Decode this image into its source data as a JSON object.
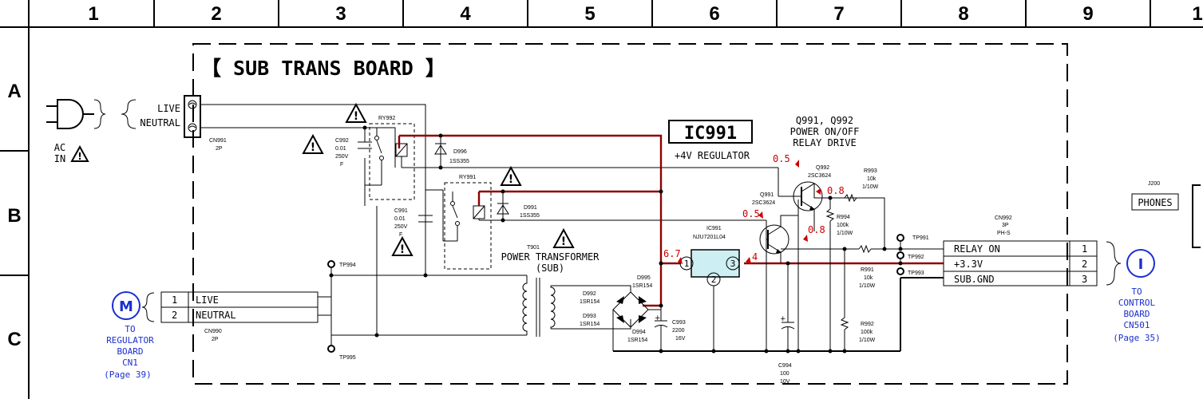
{
  "column_numbers": [
    "1",
    "2",
    "3",
    "4",
    "5",
    "6",
    "7",
    "8",
    "9",
    "1"
  ],
  "row_letters": [
    "A",
    "B",
    "C"
  ],
  "board_title": "【 SUB TRANS BOARD 】",
  "ac_input": {
    "live": "LIVE",
    "neutral": "NEUTRAL",
    "ac_in_line1": "AC",
    "ac_in_line2": "IN"
  },
  "cn991": {
    "ref": "CN991",
    "pins": "2P"
  },
  "c992": {
    "ref": "C992",
    "value1": "0.01",
    "value2": "250V",
    "value3": "F"
  },
  "c991": {
    "ref": "C991",
    "value1": "0.01",
    "value2": "250V",
    "value3": "F"
  },
  "ry992": "RY992",
  "ry991": "RY991",
  "d996": {
    "ref": "D996",
    "part": "1SS355"
  },
  "d991": {
    "ref": "D991",
    "part": "1SS355"
  },
  "ic991_box": {
    "label": "IC991",
    "desc": "+4V REGULATOR"
  },
  "ic991_part": {
    "ref": "IC991",
    "part": "NJU7201L04"
  },
  "ic_pins": [
    "1",
    "2",
    "3"
  ],
  "q_block": {
    "line1": "Q991, Q992",
    "line2": "POWER ON/OFF",
    "line3": "RELAY DRIVE"
  },
  "q992": {
    "ref": "Q992",
    "part": "2SC3624"
  },
  "q991": {
    "ref": "Q991",
    "part": "2SC3624"
  },
  "r993": {
    "ref": "R993",
    "value": "10k",
    "rating": "1/10W"
  },
  "r994": {
    "ref": "R994",
    "value": "100k",
    "rating": "1/10W"
  },
  "r991": {
    "ref": "R991",
    "value": "10k",
    "rating": "1/10W"
  },
  "r992": {
    "ref": "R992",
    "value": "100k",
    "rating": "1/10W"
  },
  "voltages": {
    "v1": "0.5",
    "v2": "0.8",
    "v3": "0.5",
    "v4": "0.8",
    "v5": "6.7",
    "v6": "4"
  },
  "t901": {
    "ref": "T901",
    "line1": "POWER TRANSFORMER",
    "line2": "(SUB)"
  },
  "d995": {
    "ref": "D995",
    "part": "1SR154"
  },
  "d992": {
    "ref": "D992",
    "part": "1SR154"
  },
  "d993": {
    "ref": "D993",
    "part": "1SR154"
  },
  "d994": {
    "ref": "D994",
    "part": "1SR154"
  },
  "c993": {
    "ref": "C993",
    "value": "2200",
    "rating": "16V"
  },
  "c994": {
    "ref": "C994",
    "value": "100",
    "rating": "10V"
  },
  "testpoints": {
    "tp994": "TP994",
    "tp995": "TP995",
    "tp991": "TP991",
    "tp992": "TP992",
    "tp993": "TP993"
  },
  "cn990": {
    "ref": "CN990",
    "pins": "2P",
    "rows": [
      {
        "num": "1",
        "name": "LIVE"
      },
      {
        "num": "2",
        "name": "NEUTRAL"
      }
    ]
  },
  "cn992": {
    "ref": "CN992",
    "pins": "3P",
    "type": "PH-S",
    "rows": [
      {
        "name": "RELAY ON",
        "num": "1"
      },
      {
        "name": "+3.3V",
        "num": "2"
      },
      {
        "name": "SUB.GND",
        "num": "3"
      }
    ]
  },
  "ref_m": {
    "letter": "M",
    "line1": "TO",
    "line2": "REGULATOR",
    "line3": "BOARD",
    "line4": "CN1",
    "page": "(Page 39)"
  },
  "ref_i": {
    "letter": "I",
    "line1": "TO",
    "line2": "CONTROL",
    "line3": "BOARD",
    "line4": "CN501",
    "page": "(Page 35)"
  },
  "j200": {
    "ref": "J200",
    "label": "PHONES"
  },
  "colors": {
    "power_line": "#8b0000",
    "voltage": "#cc0000",
    "reference": "#1a2fd0",
    "ic_fill": "#cdeef2"
  }
}
